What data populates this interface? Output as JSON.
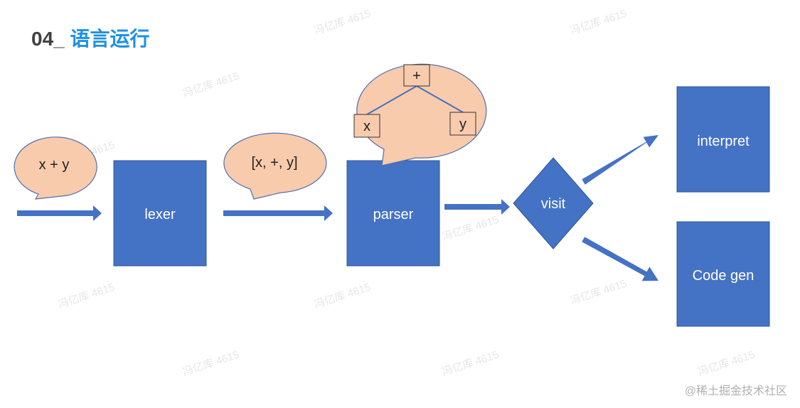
{
  "header": {
    "number": "04_",
    "title": "语言运行"
  },
  "colors": {
    "box": "#4472c4",
    "bubble": "#f8cbad",
    "bubble_stroke": "#4f6fb0",
    "title_accent": "#1e90e6"
  },
  "diagram": {
    "stages": {
      "lexer": "lexer",
      "parser": "parser",
      "visit": "visit",
      "interpret": "interpret",
      "codegen": "Code gen"
    },
    "bubbles": {
      "input": "x + y",
      "tokens": "[x, +, y]"
    },
    "ast": {
      "root": "+",
      "left": "x",
      "right": "y"
    }
  },
  "watermark": "冯亿库 4615",
  "credit": "@稀土掘金技术社区"
}
